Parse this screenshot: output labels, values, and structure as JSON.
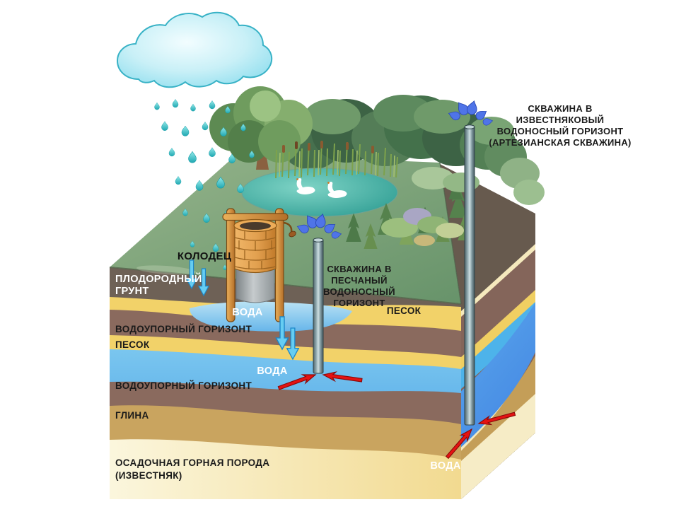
{
  "labels": {
    "well": "КОЛОДЕЦ",
    "fertile_soil": [
      "ПЛОДОРОДНЫЙ",
      "ГРУНТ"
    ],
    "water": "ВОДА",
    "aquitard": "ВОДОУПОРНЫЙ ГОРИЗОНТ",
    "sand": "ПЕСОК",
    "clay": "ГЛИНА",
    "limestone": [
      "ОСАДОЧНАЯ ГОРНАЯ ПОРОДА",
      "(ИЗВЕСТНЯК)"
    ],
    "sand_borehole": [
      "СКВАЖИНА В",
      "ПЕСЧАНЫЙ",
      "ВОДОНОСНЫЙ",
      "ГОРИЗОНТ"
    ],
    "artesian_borehole": [
      "СКВАЖИНА В",
      "ИЗВЕСТНЯКОВЫЙ",
      "ВОДОНОСНЫЙ ГОРИЗОНТ",
      "(АРТЕЗИАНСКАЯ СКВАЖИНА)"
    ]
  },
  "colors": {
    "background": "#ffffff",
    "grass": "#7da377",
    "pond": "#46b1a5",
    "topsoil": "#6e6156",
    "sand": "#f2d269",
    "aquitard": "#8a6a5e",
    "water": "#49aee9",
    "clay": "#c9a45f",
    "limestone": "#f7ecc3",
    "pipe": "#7e969b",
    "wood": "#dd9b44",
    "brick": "#e2a04f",
    "concrete": "#9b9fa2",
    "cloud": "#bfeef6",
    "rain": "#35b7c0",
    "splash": "#4f74e8",
    "arrow_red": "#e51212",
    "arrow_blue": "#66cdf2",
    "label_dark": "#1a1a1a",
    "label_light": "#ffffff"
  }
}
